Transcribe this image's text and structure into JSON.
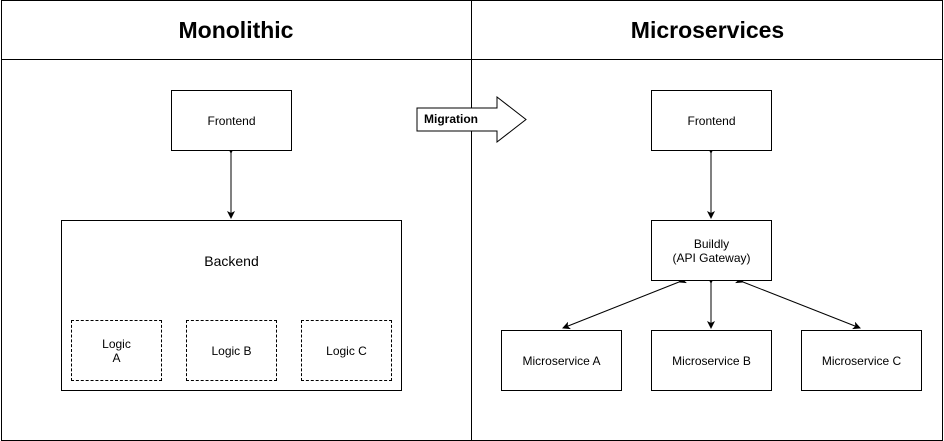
{
  "left": {
    "title": "Monolithic",
    "frontend": "Frontend",
    "backend": "Backend",
    "logic": [
      "Logic\nA",
      "Logic B",
      "Logic C"
    ]
  },
  "right": {
    "title": "Microservices",
    "frontend": "Frontend",
    "gateway": "Buildly\n(API Gateway)",
    "services": [
      "Microservice A",
      "Microservice B",
      "Microservice C"
    ]
  },
  "migration": "Migration"
}
